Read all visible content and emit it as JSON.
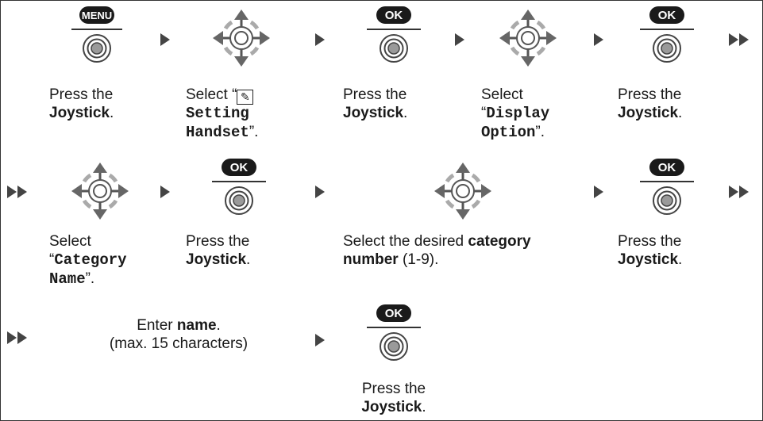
{
  "step1": {
    "label": "MENU",
    "line1": "Press the",
    "line2": "Joystick",
    "period": "."
  },
  "step2": {
    "prefix": "Select “",
    "icon": "handset-settings-icon",
    "line2": "Setting",
    "line3": "Handset",
    "suffix": "”."
  },
  "step3": {
    "label": "OK",
    "line1": "Press the",
    "line2": "Joystick",
    "period": "."
  },
  "step4": {
    "line1": "Select",
    "open_quote": "“",
    "line2": "Display",
    "line3": "Option",
    "suffix": "”."
  },
  "step5": {
    "label": "OK",
    "line1": "Press the",
    "line2": "Joystick",
    "period": "."
  },
  "step6": {
    "line1": "Select",
    "open_quote": "“",
    "line2": "Category",
    "line3": "Name",
    "suffix": "”."
  },
  "step7": {
    "label": "OK",
    "line1": "Press the",
    "line2": "Joystick",
    "period": "."
  },
  "step8": {
    "prefix": "Select the desired ",
    "bold1": "category",
    "bold2": "number",
    "suffix": " (1-9)."
  },
  "step9": {
    "label": "OK",
    "line1": "Press the",
    "line2": "Joystick",
    "period": "."
  },
  "step10": {
    "prefix": "Enter ",
    "bold": "name",
    "period": ".",
    "line2": "(max. 15 characters)"
  },
  "step11": {
    "label": "OK",
    "line1": "Press the",
    "line2": "Joystick",
    "period": "."
  }
}
